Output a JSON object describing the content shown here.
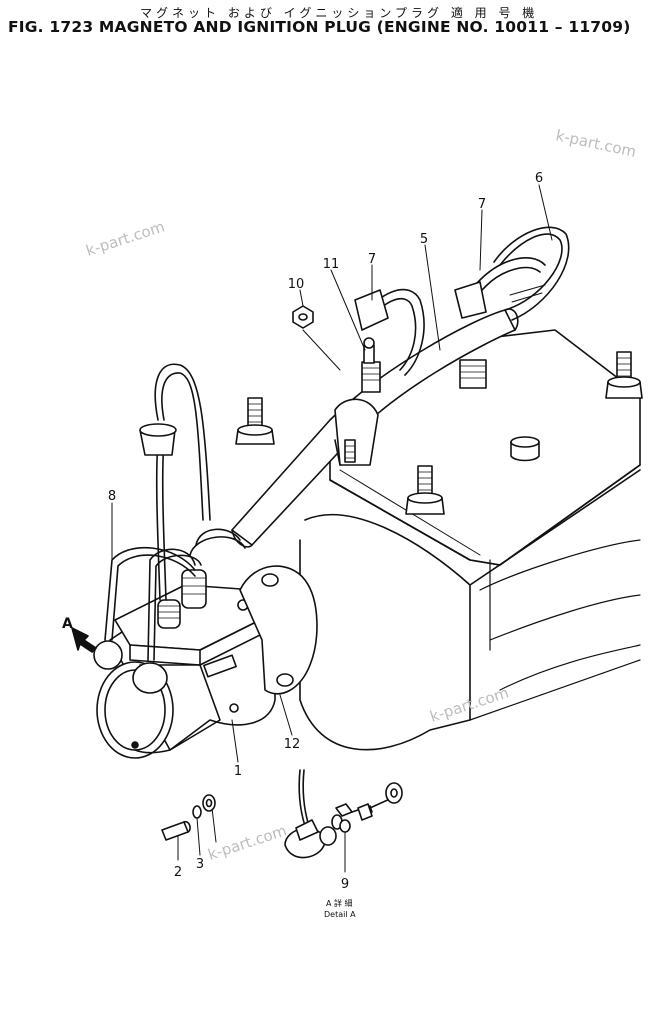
{
  "header": {
    "japanese_title": "マグネット および イグニッションプラグ 適 用 号 機",
    "title": "FIG. 1723  MAGNETO AND IGNITION PLUG (ENGINE NO. 10011 – 11709)"
  },
  "watermarks": [
    "k-part.com",
    "k-part.com",
    "k-part.com",
    "k-part.com"
  ],
  "callouts": [
    "1",
    "2",
    "3",
    "5",
    "6",
    "7",
    "7",
    "8",
    "9",
    "10",
    "11",
    "12"
  ],
  "view_marker": "A",
  "detail_label": {
    "jp": "A 詳 細",
    "en": "Detail A"
  }
}
